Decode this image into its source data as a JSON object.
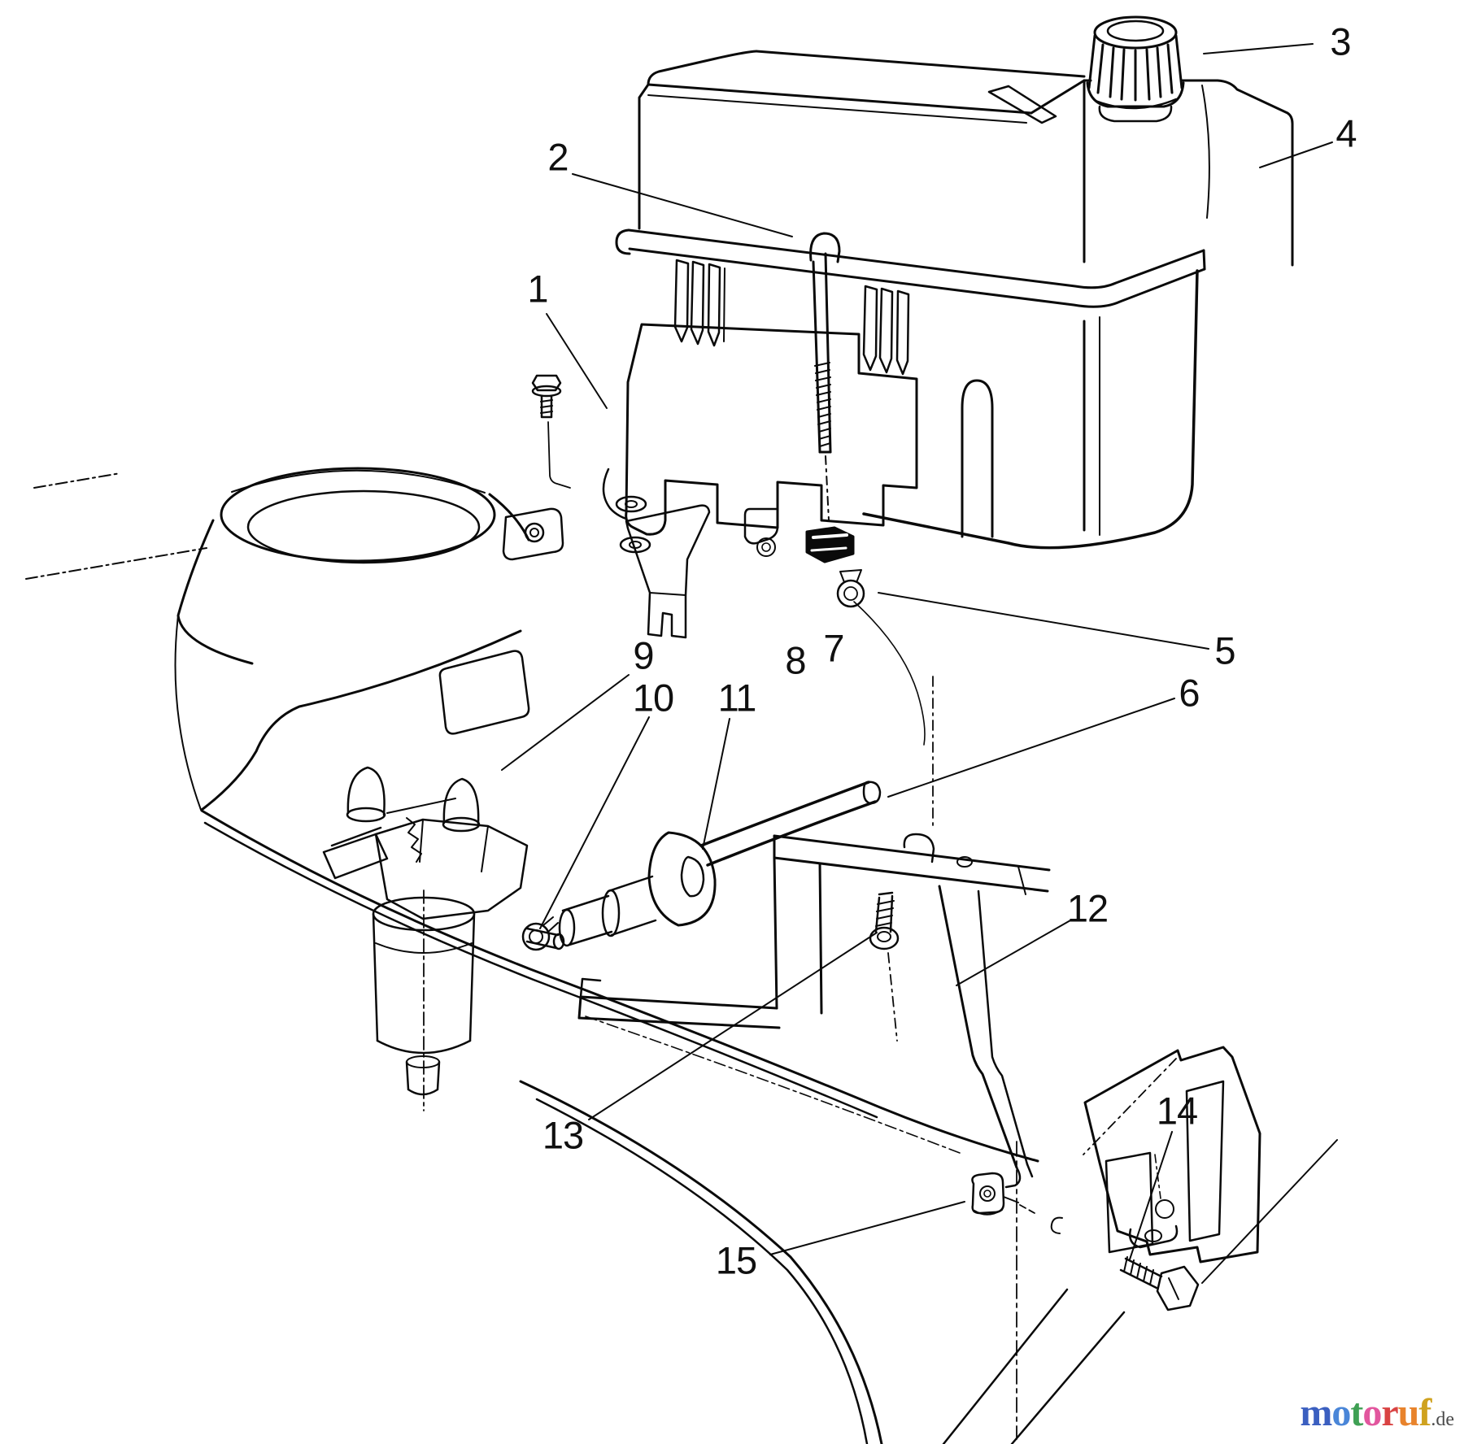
{
  "diagram": {
    "kind": "exploded-parts-diagram",
    "subject": "fuel tank assembly",
    "colors": {
      "background": "#ffffff",
      "line": "#0a0a0a"
    },
    "callouts": [
      {
        "label": "1"
      },
      {
        "label": "2"
      },
      {
        "label": "3"
      },
      {
        "label": "4"
      },
      {
        "label": "5"
      },
      {
        "label": "6"
      },
      {
        "label": "7"
      },
      {
        "label": "8"
      },
      {
        "label": "9"
      },
      {
        "label": "10"
      },
      {
        "label": "11"
      },
      {
        "label": "12"
      },
      {
        "label": "13"
      },
      {
        "label": "14"
      },
      {
        "label": "15"
      }
    ]
  },
  "watermark": {
    "letters": [
      {
        "char": "m",
        "color": "#3b5fc0"
      },
      {
        "char": "o",
        "color": "#4a86d8"
      },
      {
        "char": "t",
        "color": "#3fa054"
      },
      {
        "char": "o",
        "color": "#e2569e"
      },
      {
        "char": "r",
        "color": "#d94343"
      },
      {
        "char": "u",
        "color": "#e8832c"
      },
      {
        "char": "f",
        "color": "#cfa21f"
      }
    ],
    "suffix": ".de",
    "suffix_color": "#4a4a4a"
  }
}
